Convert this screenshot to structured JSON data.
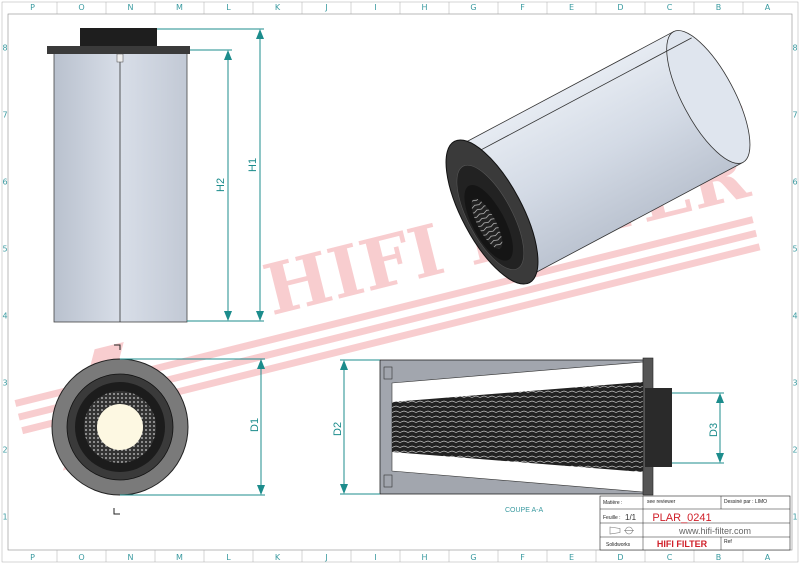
{
  "columns": [
    "P",
    "O",
    "N",
    "M",
    "L",
    "K",
    "J",
    "I",
    "H",
    "G",
    "F",
    "E",
    "D",
    "C",
    "B",
    "A"
  ],
  "rows": [
    "8",
    "7",
    "6",
    "5",
    "4",
    "3",
    "2",
    "1"
  ],
  "dimensions": {
    "h1": "H1",
    "h2": "H2",
    "d1": "D1",
    "d2": "D2",
    "d3": "D3"
  },
  "section_label": "COUPE A-A",
  "watermark": {
    "text": "HIFI FILTER",
    "registered": "®"
  },
  "title_block": {
    "materiau_label": "Matière :",
    "materiau_value": "see reviewer",
    "dessine_label": "Dessiné par : LIMO",
    "feuille_label": "Feuille :",
    "feuille_value": "1/1",
    "reference": "PLAR_0241",
    "website": "www.hifi-filter.com",
    "software": "Solidworks",
    "brand": "HIFI FILTER",
    "ref_label": "Ref"
  },
  "colors": {
    "accent_red": "#d0202a",
    "dimension": "#1c8c8c",
    "body": "#cdd4e0"
  }
}
